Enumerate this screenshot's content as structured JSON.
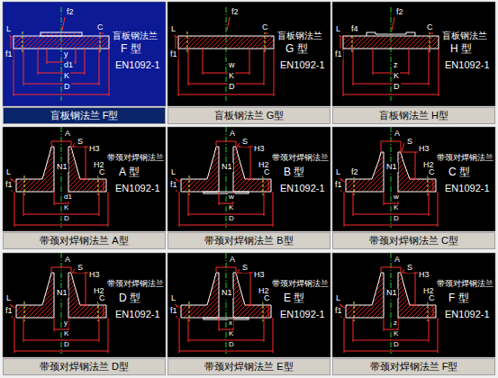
{
  "diagram": {
    "nodes": [
      {
        "text": [
          "盲板钢法兰 F型"
        ]
      },
      {
        "text": [
          "盲板钢法兰 G型"
        ]
      },
      {
        "text": [
          "盲板钢法兰 H型"
        ]
      },
      {
        "text": [
          "带颈对焊钢法兰 A型"
        ]
      },
      {
        "text": [
          "带颈对焊钢法兰 B型"
        ]
      },
      {
        "text": [
          "带颈对焊钢法兰 C型"
        ]
      },
      {
        "text": [
          "带颈对焊钢法兰 D型"
        ]
      },
      {
        "text": [
          "带颈对焊钢法兰 E型"
        ]
      },
      {
        "text": [
          "带颈对焊钢法兰 F型"
        ]
      }
    ],
    "labels": [
      "盲板钢法兰",
      "F 型",
      "EN1092-1",
      "L",
      "f2",
      "C",
      "f1",
      "y",
      "d1",
      "K",
      "D",
      "盲板钢法兰",
      "G 型",
      "EN1092-1",
      "L",
      "f2",
      "C",
      "f1",
      "w",
      "K",
      "D",
      "盲板钢法兰",
      "H 型",
      "EN1092-1",
      "L",
      "f2",
      "C",
      "f1",
      "f4",
      "z",
      "K",
      "D",
      "带颈对焊钢法兰",
      "A 型",
      "EN1092-1",
      "A",
      "S",
      "H3",
      "H2",
      "L",
      "C",
      "f1",
      "N1",
      "d1",
      "K",
      "D",
      "带颈对焊钢法兰",
      "B 型",
      "EN1092-1",
      "A",
      "S",
      "H3",
      "H2",
      "L",
      "C",
      "f1",
      "N1",
      "w",
      "K",
      "D",
      "带颈对焊钢法兰",
      "C 型",
      "EN1092-1",
      "A",
      "S",
      "H3",
      "H2",
      "L",
      "C",
      "f1",
      "f2",
      "N1",
      "w",
      "K",
      "D",
      "带颈对焊钢法兰",
      "D 型",
      "EN1092-1",
      "A",
      "S",
      "H3",
      "H2",
      "L",
      "C",
      "f1",
      "N1",
      "y",
      "K",
      "D",
      "带颈对焊钢法兰",
      "E 型",
      "EN1092-1",
      "A",
      "S",
      "H3",
      "H2",
      "L",
      "C",
      "f1",
      "N1",
      "x",
      "K",
      "D",
      "带颈对焊钢法兰",
      "F 型",
      "EN1092-1",
      "A",
      "S",
      "H3",
      "H2",
      "L",
      "C",
      "f1",
      "N1",
      "z",
      "K",
      "D"
    ]
  }
}
